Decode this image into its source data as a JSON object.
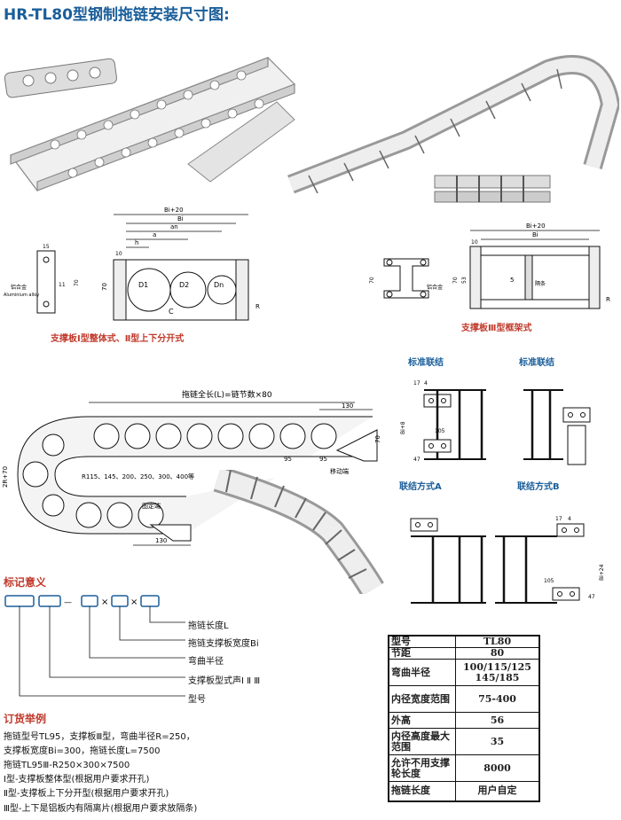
{
  "title": "HR-TL80型钢制拖链安装尺寸图:",
  "diagram1": {
    "caption": "支撑板Ⅰ型整体式、Ⅱ型上下分开式",
    "dims": [
      "Bi+20",
      "Bi",
      "an",
      "a",
      "h",
      "D1",
      "D2",
      "Dn",
      "C",
      "R",
      "70",
      "15",
      "11",
      "10"
    ],
    "alloy_label": "铝合金",
    "alloy_label_en": "Aluminium alloy"
  },
  "diagram2": {
    "caption": "支撑板Ⅲ型框架式",
    "dims": [
      "Bi+20",
      "Bi",
      "10",
      "5",
      "53",
      "70",
      "R",
      "隔条"
    ],
    "alloy_label": "铝合金"
  },
  "link": {
    "standard_label_a": "标准联结",
    "standard_label_b": "标准联结",
    "mode_a": "联结方式A",
    "mode_b": "联结方式B",
    "dims_a": [
      "17",
      "4",
      "Bi+8",
      "105",
      "47"
    ],
    "dims_b": [
      "17",
      "4",
      "Bi+24",
      "105",
      "47"
    ]
  },
  "side": {
    "length_label": "拖链全长(L)=链节数×80",
    "dims": [
      "130",
      "70",
      "95",
      "95",
      "130",
      "2R+70"
    ],
    "radius_label": "R115、145、200、250、300、400等",
    "move_end": "移动端",
    "fixed_end": "固定端"
  },
  "legend": {
    "title": "标记意义",
    "items": [
      "拖链长度L",
      "拖链支撑板宽度Bi",
      "弯曲半径",
      "支撑板型式声Ⅰ Ⅱ Ⅲ",
      "型号"
    ]
  },
  "order": {
    "title": "订货举例",
    "lines": [
      "拖链型号TL95，支撑板Ⅲ型，弯曲半径R=250，",
      "支撑板宽度Bi=300，拖链长度L=7500",
      "拖链TL95Ⅲ-R250×300×7500",
      "Ⅰ型-支撑板整体型(根据用户要求开孔)",
      "Ⅱ型-支撑板上下分开型(根据用户要求开孔)",
      "Ⅲ型-上下是铝板内有隔离片(根据用户要求放隔条)"
    ]
  },
  "spec_table": [
    {
      "k": "型号",
      "v": "TL80"
    },
    {
      "k": "节距",
      "v": "80"
    },
    {
      "k": "弯曲半径",
      "v": "100/115/125 145/185"
    },
    {
      "k": "内径宽度范围",
      "v": "75-400"
    },
    {
      "k": "外高",
      "v": "56"
    },
    {
      "k": "内径高度最大范围",
      "v": "35"
    },
    {
      "k": "允许不用支撑轮长度",
      "v": "8000"
    },
    {
      "k": "拖链长度",
      "v": "用户自定"
    }
  ]
}
